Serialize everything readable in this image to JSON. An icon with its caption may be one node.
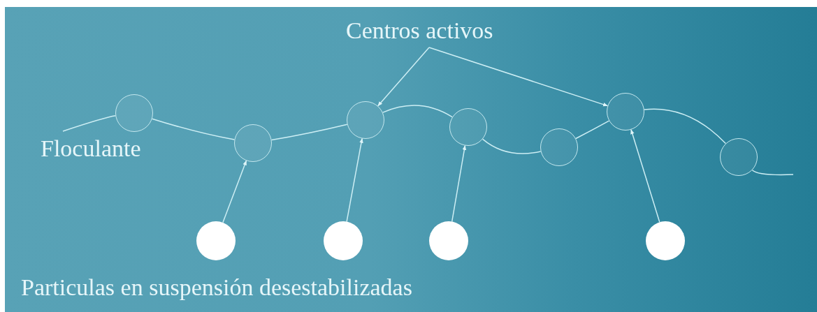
{
  "diagram": {
    "nodes": [
      {
        "text": [
          "Centros activos"
        ]
      },
      {
        "text": [],
        "shape": "circle"
      },
      {
        "text": [],
        "shape": "circle"
      },
      {
        "text": [],
        "shape": "circle"
      },
      {
        "text": [],
        "shape": "circle"
      },
      {
        "text": [],
        "shape": "circle"
      },
      {
        "text": [],
        "shape": "circle"
      },
      {
        "text": [],
        "shape": "circle"
      },
      {
        "text": [],
        "shape": "circle"
      },
      {
        "text": [],
        "shape": "circle"
      },
      {
        "text": [],
        "shape": "circle"
      },
      {
        "text": [],
        "shape": "circle"
      }
    ],
    "edges": [
      {
        "from": null,
        "to": 1,
        "arrow": "none"
      },
      {
        "from": 1,
        "to": 2,
        "arrow": "none"
      },
      {
        "from": 2,
        "to": 3,
        "arrow": "none"
      },
      {
        "from": 3,
        "to": 4,
        "arrow": "none"
      },
      {
        "from": 4,
        "to": 5,
        "arrow": "none"
      },
      {
        "from": 5,
        "to": 6,
        "arrow": "none"
      },
      {
        "from": 6,
        "to": 7,
        "arrow": "none"
      },
      {
        "from": 7,
        "to": null,
        "arrow": "none"
      },
      {
        "from": 0,
        "to": 3,
        "arrow": "to"
      },
      {
        "from": 0,
        "to": 6,
        "arrow": "to"
      },
      {
        "from": 8,
        "to": 2,
        "arrow": "to"
      },
      {
        "from": 9,
        "to": 3,
        "arrow": "to"
      },
      {
        "from": 10,
        "to": 4,
        "arrow": "to"
      },
      {
        "from": 11,
        "to": 6,
        "arrow": "to"
      }
    ],
    "labels": [
      "Floculante",
      "Particulas en suspensión desestabilizadas"
    ]
  }
}
